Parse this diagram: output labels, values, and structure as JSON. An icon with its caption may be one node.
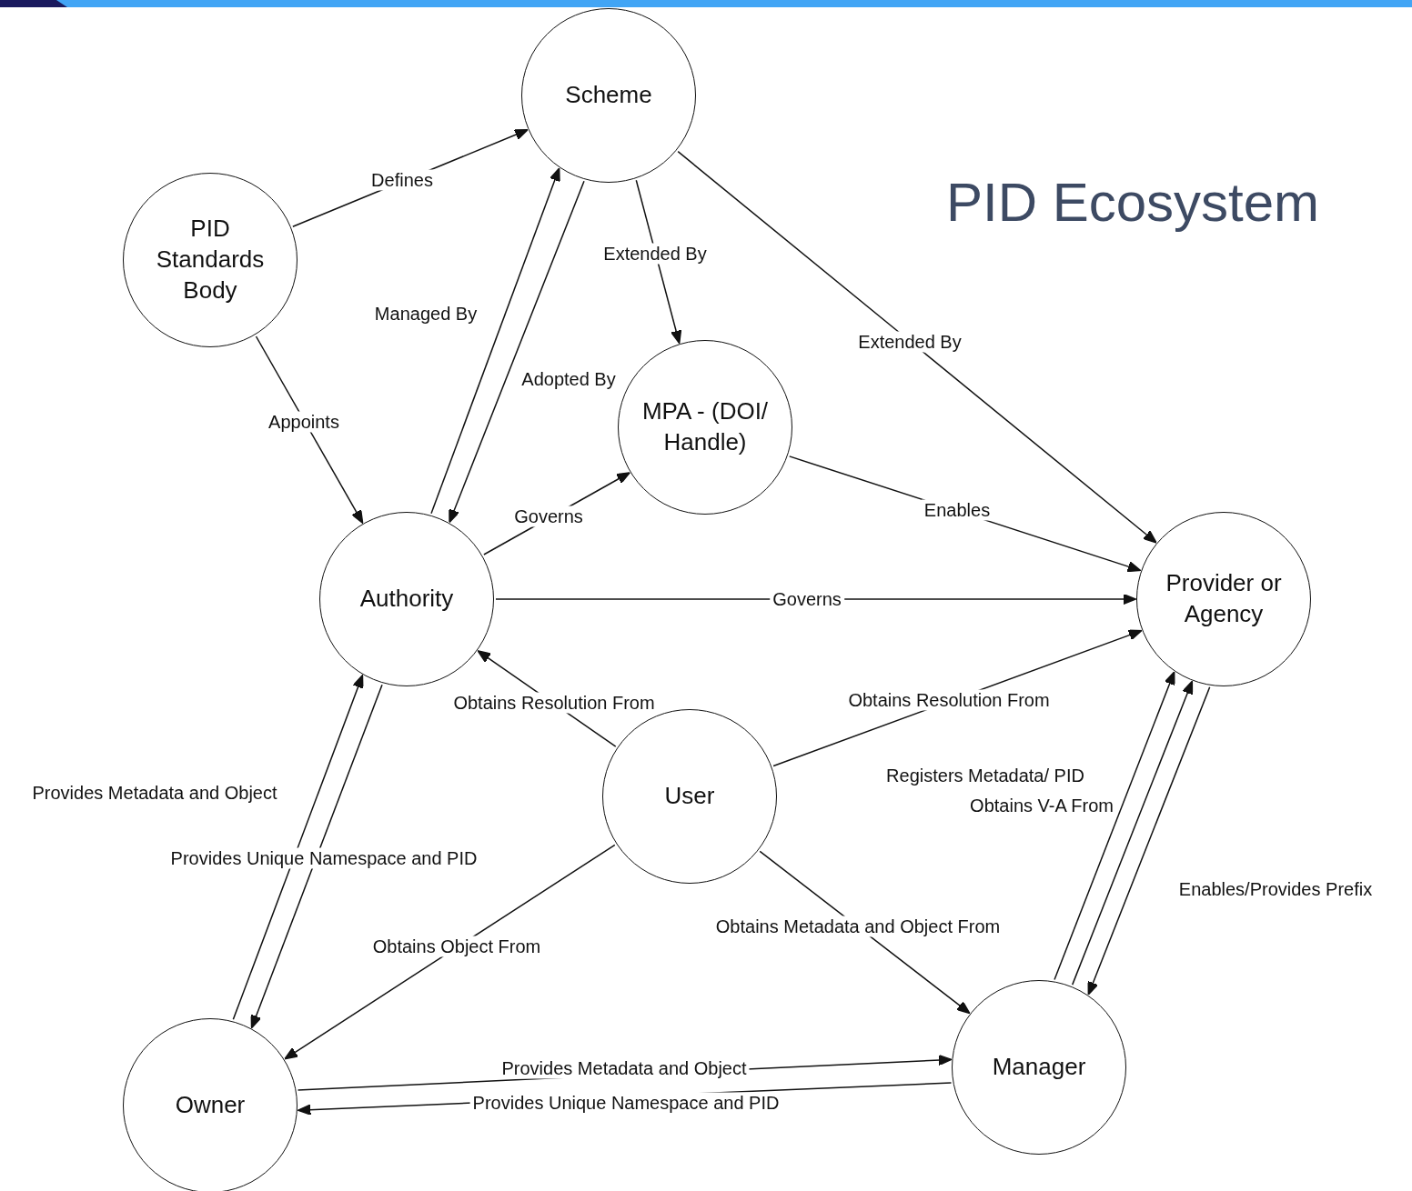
{
  "diagram": {
    "title": "PID Ecosystem",
    "nodes": [
      {
        "text": [
          "Scheme"
        ]
      },
      {
        "text": [
          "PID Standards Body"
        ]
      },
      {
        "text": [
          "MPA - (DOI/ Handle)"
        ]
      },
      {
        "text": [
          "Authority"
        ]
      },
      {
        "text": [
          "Provider or Agency"
        ]
      },
      {
        "text": [
          "User"
        ]
      },
      {
        "text": [
          "Owner"
        ]
      },
      {
        "text": [
          "Manager"
        ]
      }
    ],
    "edges": [
      {
        "from": 1,
        "to": 0,
        "arrow": "to",
        "label": "Defines"
      },
      {
        "from": 3,
        "to": 0,
        "arrow": "to",
        "label": "Managed By"
      },
      {
        "from": 0,
        "to": 3,
        "arrow": "to",
        "label": "Adopted By"
      },
      {
        "from": 0,
        "to": 2,
        "arrow": "to",
        "label": "Extended By"
      },
      {
        "from": 0,
        "to": 4,
        "arrow": "to",
        "label": "Extended By"
      },
      {
        "from": 1,
        "to": 3,
        "arrow": "to",
        "label": "Appoints"
      },
      {
        "from": 3,
        "to": 2,
        "arrow": "to",
        "label": "Governs"
      },
      {
        "from": 2,
        "to": 4,
        "arrow": "to",
        "label": "Enables"
      },
      {
        "from": 3,
        "to": 4,
        "arrow": "to",
        "label": "Governs"
      },
      {
        "from": 5,
        "to": 3,
        "arrow": "to",
        "label": "Obtains Resolution From"
      },
      {
        "from": 5,
        "to": 4,
        "arrow": "to",
        "label": "Obtains Resolution From"
      },
      {
        "from": 6,
        "to": 3,
        "arrow": "to",
        "label": "Provides Metadata and Object"
      },
      {
        "from": 3,
        "to": 6,
        "arrow": "to",
        "label": "Provides Unique Namespace and PID"
      },
      {
        "from": 5,
        "to": 6,
        "arrow": "to",
        "label": "Obtains Object From"
      },
      {
        "from": 5,
        "to": 7,
        "arrow": "to",
        "label": "Obtains Metadata and Object From"
      },
      {
        "from": 7,
        "to": 4,
        "arrow": "to",
        "label": "Registers Metadata/ PID"
      },
      {
        "from": 7,
        "to": 4,
        "arrow": "to",
        "label": "Obtains V-A From"
      },
      {
        "from": 4,
        "to": 7,
        "arrow": "to",
        "label": "Enables/Provides Prefix"
      },
      {
        "from": 6,
        "to": 7,
        "arrow": "to",
        "label": "Provides Metadata and Object"
      },
      {
        "from": 7,
        "to": 6,
        "arrow": "to",
        "label": "Provides Unique Namespace and PID"
      }
    ]
  }
}
